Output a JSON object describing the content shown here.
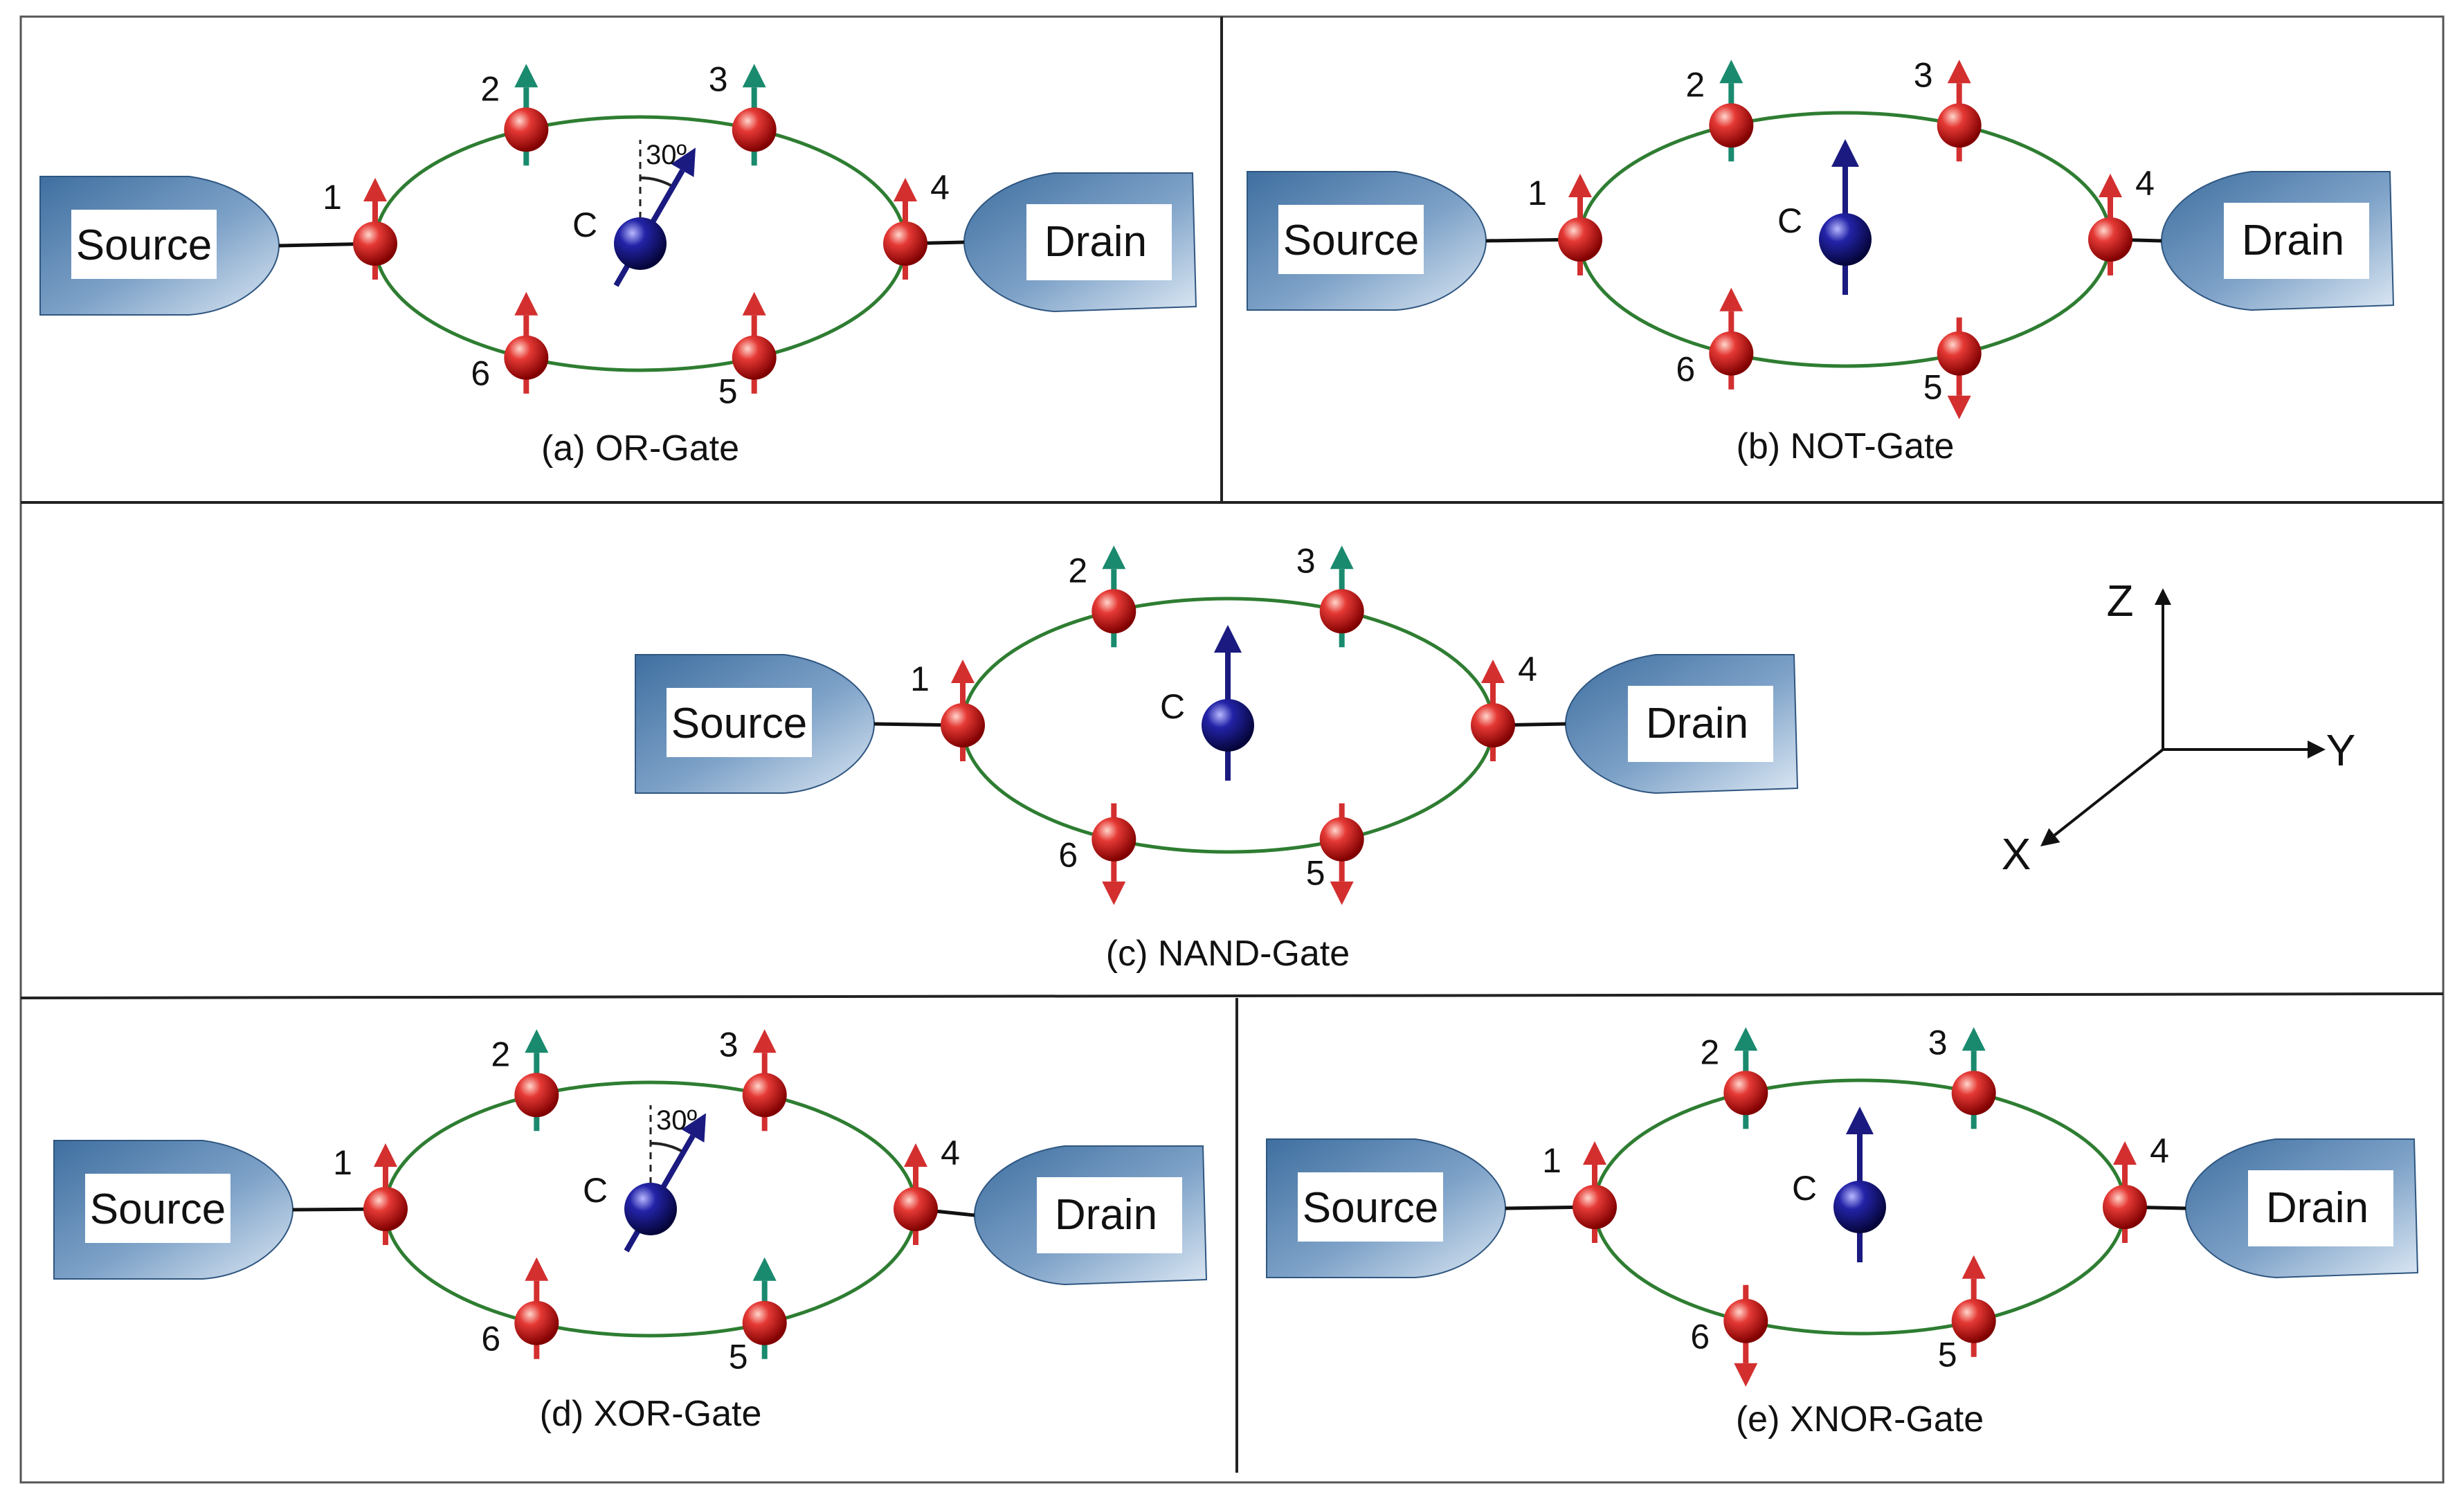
{
  "figure": {
    "source_label": "Source",
    "drain_label": "Drain",
    "center_label": "C",
    "colors": {
      "panel_border": "#555555",
      "divider": "#222222",
      "ring": "#2e7d32",
      "site_up": "#d32f2f",
      "site_green": "#1a8a6e",
      "center": "#1a1a80",
      "lead_dark": "#4a77a8",
      "lead_light": "#cfdfee"
    },
    "axes": {
      "z": "Z",
      "y": "Y",
      "x": "X"
    },
    "panels": [
      {
        "caption": "(a) OR-Gate",
        "center_spin": "tilted",
        "angle_label": "30º",
        "sites": [
          {
            "label": "1",
            "spin": "up-red"
          },
          {
            "label": "2",
            "spin": "up-green"
          },
          {
            "label": "3",
            "spin": "up-green"
          },
          {
            "label": "4",
            "spin": "up-red"
          },
          {
            "label": "5",
            "spin": "up-red"
          },
          {
            "label": "6",
            "spin": "up-red"
          }
        ]
      },
      {
        "caption": "(b) NOT-Gate",
        "center_spin": "up",
        "angle_label": "",
        "sites": [
          {
            "label": "1",
            "spin": "up-red"
          },
          {
            "label": "2",
            "spin": "up-green"
          },
          {
            "label": "3",
            "spin": "up-red"
          },
          {
            "label": "4",
            "spin": "up-red"
          },
          {
            "label": "5",
            "spin": "down-red"
          },
          {
            "label": "6",
            "spin": "up-red"
          }
        ]
      },
      {
        "caption": "(c) NAND-Gate",
        "center_spin": "up",
        "angle_label": "",
        "sites": [
          {
            "label": "1",
            "spin": "up-red"
          },
          {
            "label": "2",
            "spin": "up-green"
          },
          {
            "label": "3",
            "spin": "up-green"
          },
          {
            "label": "4",
            "spin": "up-red"
          },
          {
            "label": "5",
            "spin": "down-red"
          },
          {
            "label": "6",
            "spin": "down-red"
          }
        ]
      },
      {
        "caption": "(d) XOR-Gate",
        "center_spin": "tilted",
        "angle_label": "30º",
        "sites": [
          {
            "label": "1",
            "spin": "up-red"
          },
          {
            "label": "2",
            "spin": "up-green"
          },
          {
            "label": "3",
            "spin": "up-red"
          },
          {
            "label": "4",
            "spin": "up-red"
          },
          {
            "label": "5",
            "spin": "up-green"
          },
          {
            "label": "6",
            "spin": "up-red"
          }
        ]
      },
      {
        "caption": "(e) XNOR-Gate",
        "center_spin": "up",
        "angle_label": "",
        "sites": [
          {
            "label": "1",
            "spin": "up-red"
          },
          {
            "label": "2",
            "spin": "up-green"
          },
          {
            "label": "3",
            "spin": "up-green"
          },
          {
            "label": "4",
            "spin": "up-red"
          },
          {
            "label": "5",
            "spin": "up-red"
          },
          {
            "label": "6",
            "spin": "down-red"
          }
        ]
      }
    ]
  }
}
